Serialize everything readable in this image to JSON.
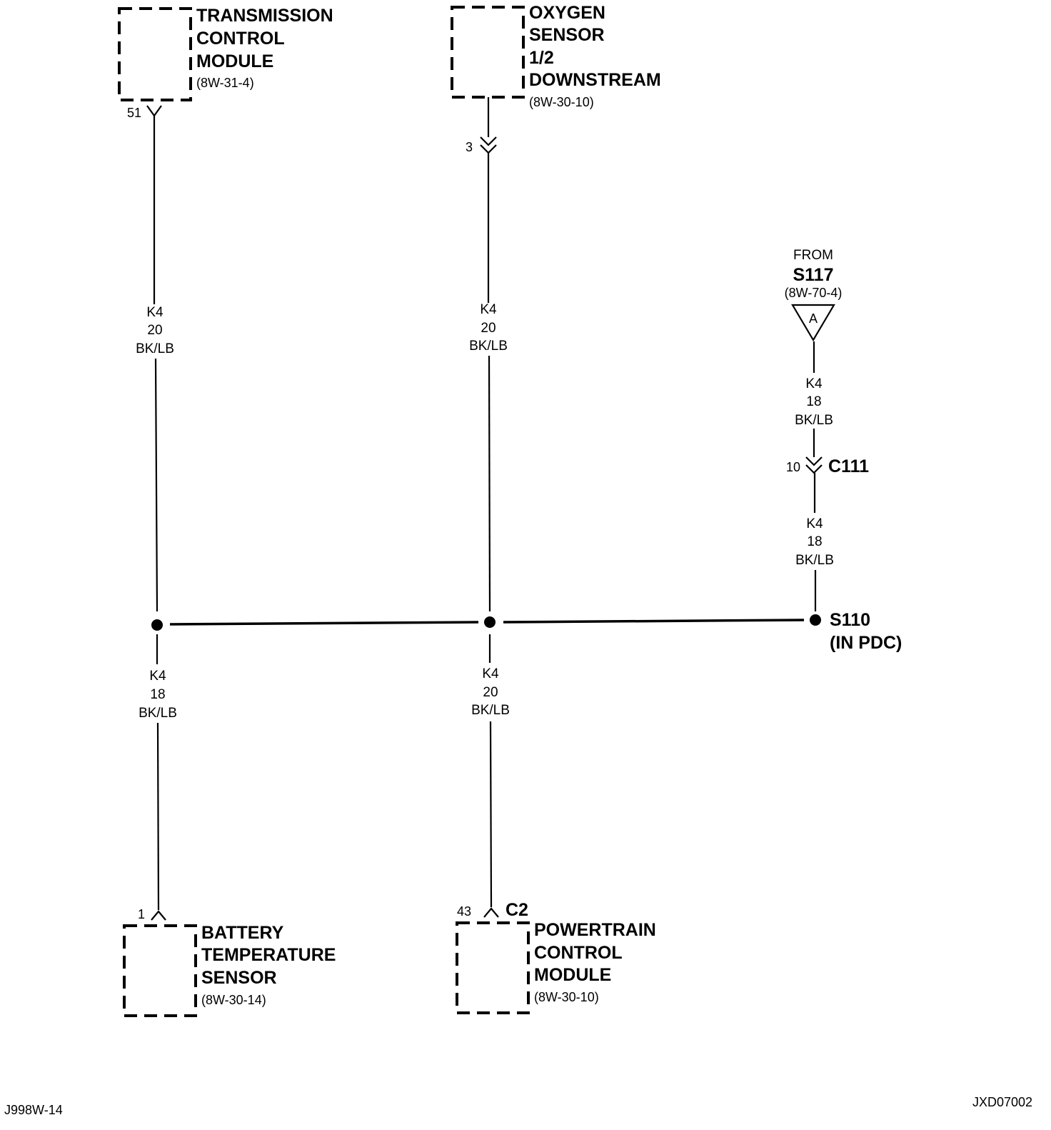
{
  "components": {
    "tcm": {
      "lines": [
        "TRANSMISSION",
        "CONTROL",
        "MODULE"
      ],
      "ref": "(8W-31-4)",
      "pin": "51"
    },
    "o2": {
      "lines": [
        "OXYGEN",
        "SENSOR",
        "1/2",
        "DOWNSTREAM"
      ],
      "ref": "(8W-30-10)",
      "pin": "3"
    },
    "bts": {
      "lines": [
        "BATTERY",
        "TEMPERATURE",
        "SENSOR"
      ],
      "ref": "(8W-30-14)",
      "pin": "1"
    },
    "pcm": {
      "lines": [
        "POWERTRAIN",
        "CONTROL",
        "MODULE"
      ],
      "ref": "(8W-30-10)",
      "pin": "43",
      "connector": "C2"
    }
  },
  "wires": {
    "tcm_wire": {
      "circuit": "K4",
      "gauge": "20",
      "color": "BK/LB"
    },
    "o2_wire": {
      "circuit": "K4",
      "gauge": "20",
      "color": "BK/LB"
    },
    "from_wire": {
      "circuit": "K4",
      "gauge": "18",
      "color": "BK/LB"
    },
    "s110_wire": {
      "circuit": "K4",
      "gauge": "18",
      "color": "BK/LB"
    },
    "bts_wire": {
      "circuit": "K4",
      "gauge": "18",
      "color": "BK/LB"
    },
    "pcm_wire": {
      "circuit": "K4",
      "gauge": "20",
      "color": "BK/LB"
    }
  },
  "from": {
    "label": "FROM",
    "splice": "S117",
    "ref": "(8W-70-4)",
    "letter": "A"
  },
  "c111": {
    "pin": "10",
    "name": "C111"
  },
  "s110": {
    "name": "S110",
    "location": "(IN PDC)"
  },
  "footer": {
    "left": "J998W-14",
    "right": "JXD07002"
  }
}
